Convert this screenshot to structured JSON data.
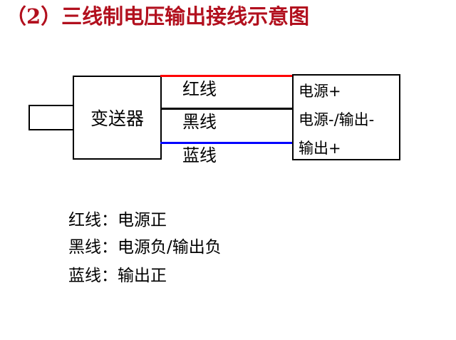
{
  "title": "（2）三线制电压输出接线示意图",
  "colors": {
    "title_red": "#b2101e",
    "wire_red": "#ff0000",
    "wire_black": "#000000",
    "wire_blue": "#0000ff"
  },
  "diagram": {
    "transmitter_label": "变送器",
    "wires": [
      {
        "label": "红线",
        "color_name": "red",
        "hex": "#ff0000"
      },
      {
        "label": "黑线",
        "color_name": "black",
        "hex": "#000000"
      },
      {
        "label": "蓝线",
        "color_name": "blue",
        "hex": "#0000ff"
      }
    ],
    "terminal_box_lines": [
      "电源+",
      "电源-/输出-",
      "输出+"
    ]
  },
  "legend_lines": [
    "红线：电源正",
    "黑线：电源负/输出负",
    "蓝线：输出正"
  ]
}
